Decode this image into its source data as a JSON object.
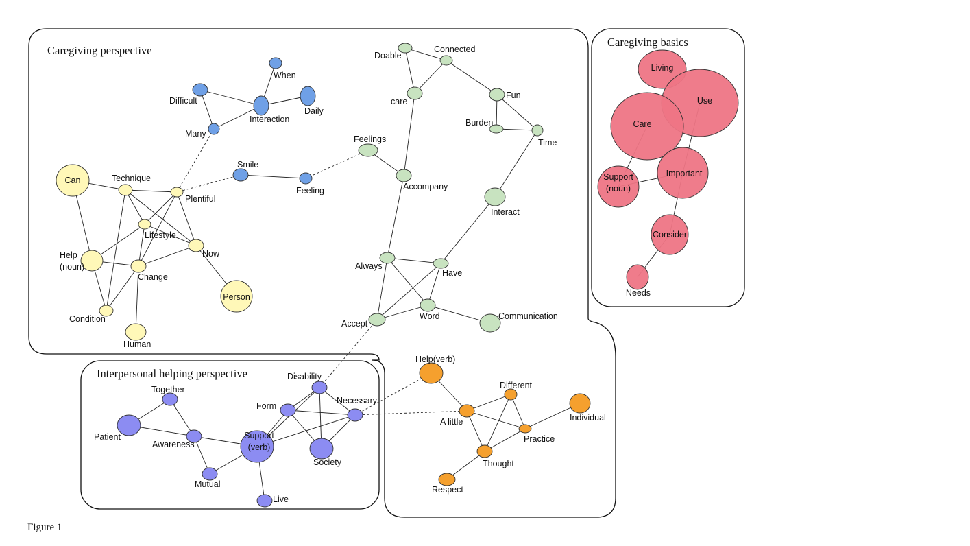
{
  "figure_caption": "Figure 1",
  "colors": {
    "blue": "#6fa0e6",
    "yellow": "#fff8b8",
    "green": "#c8e3c0",
    "purple": "#8c8cf2",
    "orange": "#f5a02e",
    "red": "#ee7585"
  },
  "regions": [
    {
      "id": "caregiving-perspective",
      "title": "Caregiving perspective"
    },
    {
      "id": "caregiving-basics",
      "title": "Caregiving basics"
    },
    {
      "id": "interpersonal-helping-perspective",
      "title": "Interpersonal helping perspective"
    }
  ],
  "nodes": [
    {
      "id": "when",
      "label": "When",
      "group": "blue"
    },
    {
      "id": "difficult",
      "label": "Difficult",
      "group": "blue"
    },
    {
      "id": "daily",
      "label": "Daily",
      "group": "blue"
    },
    {
      "id": "interaction",
      "label": "Interaction",
      "group": "blue"
    },
    {
      "id": "many",
      "label": "Many",
      "group": "blue"
    },
    {
      "id": "smile",
      "label": "Smile",
      "group": "blue"
    },
    {
      "id": "feeling",
      "label": "Feeling",
      "group": "blue"
    },
    {
      "id": "can",
      "label": "Can",
      "group": "yellow"
    },
    {
      "id": "technique",
      "label": "Technique",
      "group": "yellow"
    },
    {
      "id": "plentiful",
      "label": "Plentiful",
      "group": "yellow"
    },
    {
      "id": "lifestyle",
      "label": "Lifestyle",
      "group": "yellow"
    },
    {
      "id": "now",
      "label": "Now",
      "group": "yellow"
    },
    {
      "id": "help-noun",
      "label": "Help\n(noun)",
      "group": "yellow"
    },
    {
      "id": "change",
      "label": "Change",
      "group": "yellow"
    },
    {
      "id": "person",
      "label": "Person",
      "group": "yellow"
    },
    {
      "id": "condition",
      "label": "Condition",
      "group": "yellow"
    },
    {
      "id": "human",
      "label": "Human",
      "group": "yellow"
    },
    {
      "id": "doable",
      "label": "Doable",
      "group": "green"
    },
    {
      "id": "connected",
      "label": "Connected",
      "group": "green"
    },
    {
      "id": "care-lower",
      "label": "care",
      "group": "green"
    },
    {
      "id": "fun",
      "label": "Fun",
      "group": "green"
    },
    {
      "id": "burden",
      "label": "Burden",
      "group": "green"
    },
    {
      "id": "time",
      "label": "Time",
      "group": "green"
    },
    {
      "id": "feelings",
      "label": "Feelings",
      "group": "green"
    },
    {
      "id": "accompany",
      "label": "Accompany",
      "group": "green"
    },
    {
      "id": "interact",
      "label": "Interact",
      "group": "green"
    },
    {
      "id": "always",
      "label": "Always",
      "group": "green"
    },
    {
      "id": "have",
      "label": "Have",
      "group": "green"
    },
    {
      "id": "word",
      "label": "Word",
      "group": "green"
    },
    {
      "id": "accept",
      "label": "Accept",
      "group": "green"
    },
    {
      "id": "communication",
      "label": "Communication",
      "group": "green"
    },
    {
      "id": "living",
      "label": "Living",
      "group": "red"
    },
    {
      "id": "use",
      "label": "Use",
      "group": "red"
    },
    {
      "id": "care",
      "label": "Care",
      "group": "red"
    },
    {
      "id": "important",
      "label": "Important",
      "group": "red"
    },
    {
      "id": "support-noun",
      "label": "Support\n(noun)",
      "group": "red"
    },
    {
      "id": "consider",
      "label": "Consider",
      "group": "red"
    },
    {
      "id": "needs",
      "label": "Needs",
      "group": "red"
    },
    {
      "id": "together",
      "label": "Together",
      "group": "purple"
    },
    {
      "id": "patient",
      "label": "Patient",
      "group": "purple"
    },
    {
      "id": "awareness",
      "label": "Awareness",
      "group": "purple"
    },
    {
      "id": "mutual",
      "label": "Mutual",
      "group": "purple"
    },
    {
      "id": "support-verb",
      "label": "Support\n(verb)",
      "group": "purple"
    },
    {
      "id": "live",
      "label": "Live",
      "group": "purple"
    },
    {
      "id": "form",
      "label": "Form",
      "group": "purple"
    },
    {
      "id": "disability",
      "label": "Disability",
      "group": "purple"
    },
    {
      "id": "necessary",
      "label": "Necessary",
      "group": "purple"
    },
    {
      "id": "society",
      "label": "Society",
      "group": "purple"
    },
    {
      "id": "help-verb",
      "label": "Help(verb)",
      "group": "orange"
    },
    {
      "id": "different",
      "label": "Different",
      "group": "orange"
    },
    {
      "id": "individual",
      "label": "Individual",
      "group": "orange"
    },
    {
      "id": "a-little",
      "label": "A little",
      "group": "orange"
    },
    {
      "id": "practice",
      "label": "Practice",
      "group": "orange"
    },
    {
      "id": "thought",
      "label": "Thought",
      "group": "orange"
    },
    {
      "id": "respect",
      "label": "Respect",
      "group": "orange"
    }
  ],
  "edges": [
    [
      "when",
      "interaction",
      "solid"
    ],
    [
      "difficult",
      "interaction",
      "solid"
    ],
    [
      "difficult",
      "many",
      "solid"
    ],
    [
      "daily",
      "interaction",
      "solid"
    ],
    [
      "many",
      "interaction",
      "solid"
    ],
    [
      "many",
      "plentiful",
      "dashed"
    ],
    [
      "smile",
      "feeling",
      "solid"
    ],
    [
      "smile",
      "plentiful",
      "dashed"
    ],
    [
      "feeling",
      "feelings",
      "dashed"
    ],
    [
      "can",
      "technique",
      "solid"
    ],
    [
      "can",
      "help-noun",
      "solid"
    ],
    [
      "technique",
      "plentiful",
      "solid"
    ],
    [
      "technique",
      "lifestyle",
      "solid"
    ],
    [
      "technique",
      "now",
      "solid"
    ],
    [
      "technique",
      "condition",
      "solid"
    ],
    [
      "plentiful",
      "now",
      "solid"
    ],
    [
      "plentiful",
      "lifestyle",
      "solid"
    ],
    [
      "lifestyle",
      "help-noun",
      "solid"
    ],
    [
      "lifestyle",
      "change",
      "solid"
    ],
    [
      "lifestyle",
      "now",
      "solid"
    ],
    [
      "plentiful",
      "change",
      "solid"
    ],
    [
      "help-noun",
      "change",
      "solid"
    ],
    [
      "help-noun",
      "condition",
      "solid"
    ],
    [
      "change",
      "now",
      "solid"
    ],
    [
      "change",
      "condition",
      "solid"
    ],
    [
      "change",
      "human",
      "solid"
    ],
    [
      "now",
      "person",
      "solid"
    ],
    [
      "doable",
      "connected",
      "solid"
    ],
    [
      "doable",
      "care-lower",
      "solid"
    ],
    [
      "connected",
      "care-lower",
      "solid"
    ],
    [
      "connected",
      "fun",
      "solid"
    ],
    [
      "fun",
      "burden",
      "solid"
    ],
    [
      "fun",
      "time",
      "solid"
    ],
    [
      "burden",
      "time",
      "solid"
    ],
    [
      "care-lower",
      "accompany",
      "solid"
    ],
    [
      "feelings",
      "accompany",
      "solid"
    ],
    [
      "accompany",
      "always",
      "solid"
    ],
    [
      "time",
      "interact",
      "solid"
    ],
    [
      "interact",
      "have",
      "solid"
    ],
    [
      "always",
      "have",
      "solid"
    ],
    [
      "always",
      "word",
      "solid"
    ],
    [
      "always",
      "accept",
      "solid"
    ],
    [
      "have",
      "word",
      "solid"
    ],
    [
      "have",
      "accept",
      "solid"
    ],
    [
      "word",
      "accept",
      "solid"
    ],
    [
      "word",
      "communication",
      "solid"
    ],
    [
      "accept",
      "disability",
      "dashed"
    ],
    [
      "care",
      "support-noun",
      "solid"
    ],
    [
      "support-noun",
      "important",
      "solid"
    ],
    [
      "use",
      "important",
      "solid"
    ],
    [
      "important",
      "consider",
      "solid"
    ],
    [
      "consider",
      "needs",
      "solid"
    ],
    [
      "together",
      "patient",
      "solid"
    ],
    [
      "together",
      "awareness",
      "solid"
    ],
    [
      "patient",
      "awareness",
      "solid"
    ],
    [
      "awareness",
      "support-verb",
      "solid"
    ],
    [
      "awareness",
      "mutual",
      "solid"
    ],
    [
      "mutual",
      "support-verb",
      "solid"
    ],
    [
      "support-verb",
      "live",
      "solid"
    ],
    [
      "support-verb",
      "form",
      "solid"
    ],
    [
      "support-verb",
      "disability",
      "solid"
    ],
    [
      "support-verb",
      "necessary",
      "solid"
    ],
    [
      "form",
      "disability",
      "solid"
    ],
    [
      "form",
      "necessary",
      "solid"
    ],
    [
      "form",
      "society",
      "solid"
    ],
    [
      "disability",
      "necessary",
      "solid"
    ],
    [
      "disability",
      "society",
      "solid"
    ],
    [
      "necessary",
      "society",
      "solid"
    ],
    [
      "necessary",
      "help-verb",
      "dashed"
    ],
    [
      "necessary",
      "a-little",
      "dashed"
    ],
    [
      "help-verb",
      "a-little",
      "solid"
    ],
    [
      "a-little",
      "different",
      "solid"
    ],
    [
      "a-little",
      "practice",
      "solid"
    ],
    [
      "a-little",
      "thought",
      "solid"
    ],
    [
      "different",
      "practice",
      "solid"
    ],
    [
      "different",
      "thought",
      "solid"
    ],
    [
      "practice",
      "individual",
      "solid"
    ],
    [
      "thought",
      "practice",
      "solid"
    ],
    [
      "thought",
      "respect",
      "solid"
    ]
  ]
}
